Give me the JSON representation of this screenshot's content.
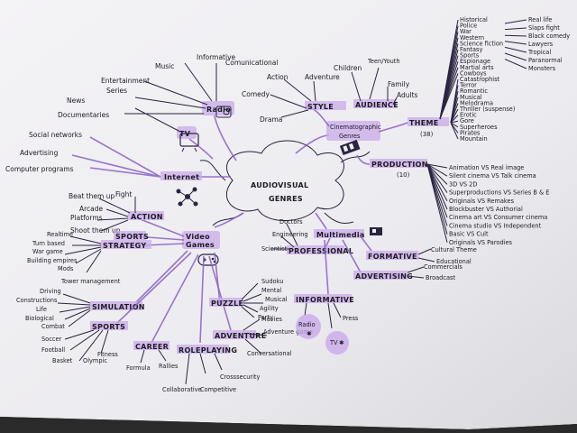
{
  "center": [
    "AUDIOVISUAL",
    "GENRES"
  ],
  "branches": {
    "cinema": [
      "Cinematographic",
      "Genres"
    ],
    "video_games": [
      "Video",
      "Games"
    ],
    "multimedia": "Multimedia",
    "internet": "Internet",
    "tv": "TV",
    "radio": "Radio"
  },
  "radio_items": [
    "Music",
    "Informative",
    "Comunicational",
    "Entertainment",
    "Series",
    "News",
    "Documentaries"
  ],
  "internet_items": [
    "Social networks",
    "Advertising",
    "Computer programs"
  ],
  "style": {
    "label": "STYLE",
    "items": [
      "Action",
      "Adventure",
      "Comedy",
      "Drama"
    ]
  },
  "audience": {
    "label": "AUDIENCE",
    "items": [
      "Children",
      "Teen/Youth",
      "Family",
      "Adults"
    ]
  },
  "theme": {
    "label": "THEME",
    "count": "(38)"
  },
  "theme_col1": [
    "Historical",
    "Police",
    "War",
    "Western",
    "Science fiction",
    "Fantasy",
    "Sports",
    "Espionage",
    "Martial arts",
    "Cowboys",
    "Catastrophist",
    "Terror",
    "Romantic",
    "Musical",
    "Melodrama",
    "Thriller (suspense)",
    "Erotic",
    "Gore",
    "Superheroes",
    "Pirates",
    "Mountain"
  ],
  "theme_col2": [
    "Real life",
    "Slaps fight",
    "Black comedy",
    "Lawyers",
    "Tropical",
    "Paranormal",
    "Monsters"
  ],
  "production": {
    "label": "PRODUCTION",
    "count": "(10)"
  },
  "production_items": [
    "Animation VS Real image",
    "Silent cinema VS Talk cinema",
    "3D VS 2D",
    "Superproductions VS Series B & E",
    "Originals VS Remakes",
    "Blockbuster VS Authorial",
    "Cinema art VS Consumer cinema",
    "Cinema studio VS Independent",
    "Basic VS Cult",
    "Originals VS Parodies"
  ],
  "video_games_items": {
    "action": {
      "label": "ACTION",
      "items": [
        "Beat them up",
        "Fight",
        "Arcade",
        "Platforms",
        "Shoot them up"
      ]
    },
    "sports": {
      "label": "SPORTS"
    },
    "strategy": {
      "label": "STRATEGY",
      "items": [
        "Realtime",
        "Turn based",
        "War game",
        "Building empires",
        "Mods",
        "Tower management"
      ]
    },
    "simulation": {
      "label": "SIMULATION",
      "items": [
        "Driving",
        "Constructions",
        "Life",
        "Biological",
        "Combat"
      ]
    },
    "sports_sim": {
      "label": "SPORTS",
      "items": [
        "Soccer",
        "Football",
        "Fitness",
        "Basket",
        "Olympic"
      ]
    },
    "career": {
      "label": "CAREER",
      "items": [
        "Formula",
        "Rallies"
      ]
    },
    "roleplaying": {
      "label": "ROLEPLAYING",
      "items": [
        "Collaborative",
        "Competitive",
        "Crosssecurity"
      ]
    },
    "adventure": {
      "label": "ADVENTURE",
      "items": [
        "Movies",
        "Adventure game",
        "Conversational"
      ]
    },
    "puzzle": {
      "label": "PUZZLE",
      "items": [
        "Sudoku",
        "Mental",
        "Musical",
        "Agility",
        "Party"
      ]
    }
  },
  "multimedia_items": {
    "professional": {
      "label": "PROFESSIONAL",
      "items": [
        "Doctors",
        "Engineering",
        "Scientist"
      ]
    },
    "formative": {
      "label": "FORMATIVE",
      "items": [
        "Cultural Theme",
        "Educational"
      ]
    },
    "advertising": {
      "label": "ADVERTISING",
      "items": [
        "Commercials",
        "Broadcast"
      ]
    },
    "informative": {
      "label": "INFORMATIVE",
      "items": [
        "Press",
        "Radio",
        "TV"
      ]
    }
  },
  "colors": {
    "paper": "#f2f1f3",
    "highlight": "#c9a9ea",
    "ink": "#1b1b22",
    "purple": "#8a5fc4"
  }
}
